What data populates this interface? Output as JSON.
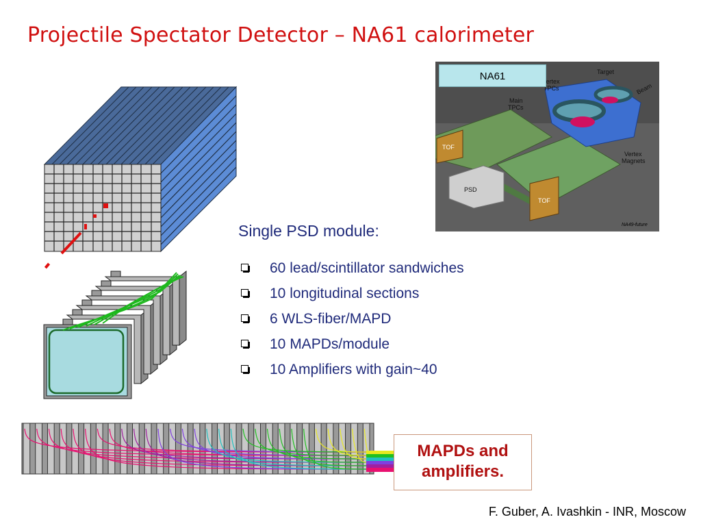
{
  "slide": {
    "title": "Projectile Spectator Detector – NA61 calorimeter",
    "photo_badge": "NA61",
    "subheading": "Single PSD module:",
    "features": [
      "60 lead/scintillator sandwiches",
      "10 longitudinal sections",
      "6 WLS-fiber/MAPD",
      "10 MAPDs/module",
      "10 Amplifiers with gain~40"
    ],
    "mapd_label_line1": "MAPDs and",
    "mapd_label_line2": "amplifiers.",
    "credit": "F. Guber, A. Ivashkin - INR, Moscow"
  },
  "photo_labels": {
    "target": "Target",
    "beam": "Beam",
    "vertex_tpcs_1": "Vertex",
    "vertex_tpcs_2": "TPCs",
    "main_tpcs_1": "Main",
    "main_tpcs_2": "TPCs",
    "vertex_magnets_1": "Vertex",
    "vertex_magnets_2": "Magnets",
    "tof_left": "TOF",
    "tof_right": "TOF",
    "psd": "PSD",
    "future": "NA49-future"
  },
  "colors": {
    "title": "#d01010",
    "body_text": "#1f2a7a",
    "mapd_text": "#b01010",
    "calo_top": "#4a6a9a",
    "calo_side": "#5c8cd6",
    "module_face": "#a8dbe0",
    "fiber": "#1db81d"
  }
}
